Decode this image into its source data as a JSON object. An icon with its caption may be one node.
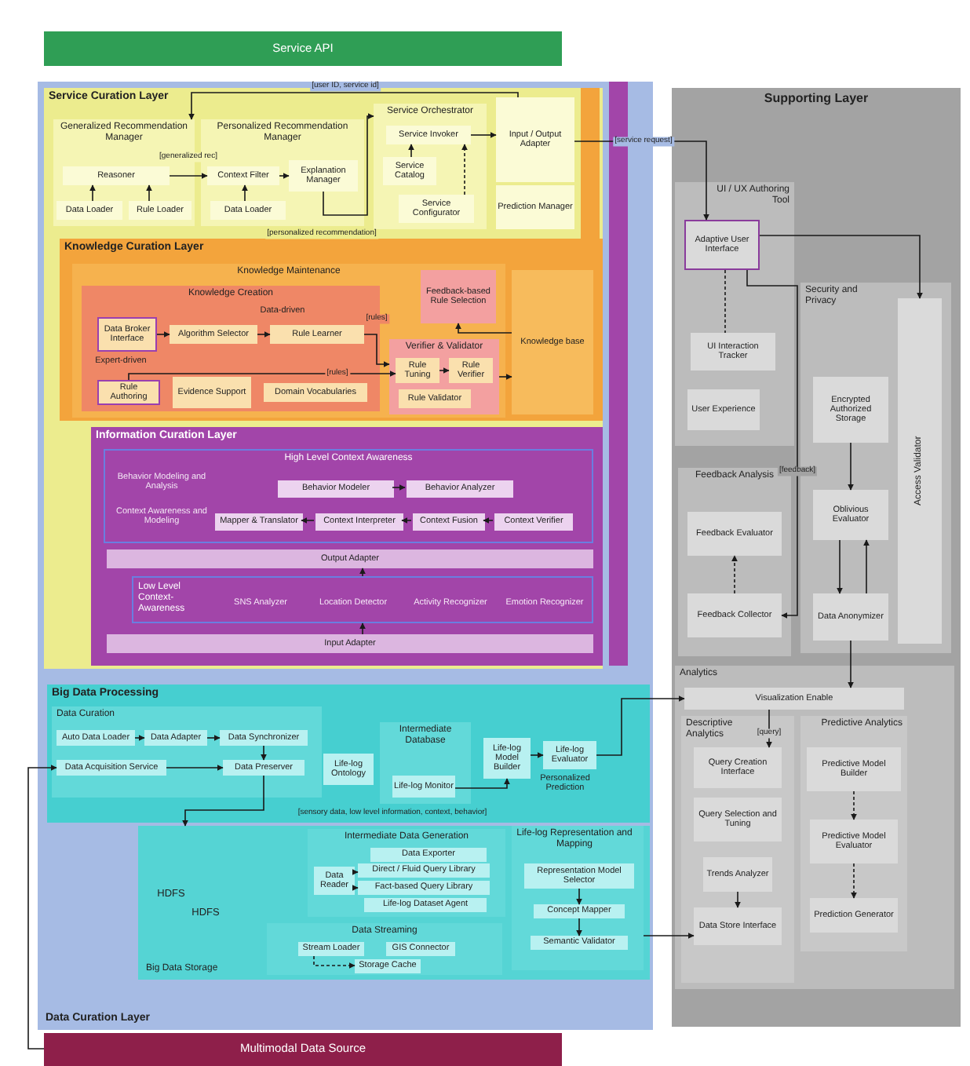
{
  "diagram": {
    "nodes": [
      {
        "text": [
          "Service API"
        ]
      },
      {
        "text": [
          "Data Curation Layer"
        ]
      },
      {
        "text": [
          "Service Curation Layer"
        ],
        "in": 1
      },
      {
        "text": [
          "Generalized Recommendation Manager"
        ],
        "in": 2
      },
      {
        "text": [
          "Reasoner"
        ],
        "in": 3
      },
      {
        "text": [
          "Data Loader"
        ],
        "in": 3
      },
      {
        "text": [
          "Rule Loader"
        ],
        "in": 3
      },
      {
        "text": [
          "Personalized Recommendation Manager"
        ],
        "in": 2
      },
      {
        "text": [
          "Context Filter"
        ],
        "in": 7
      },
      {
        "text": [
          "Explanation Manager"
        ],
        "in": 7
      },
      {
        "text": [
          "Data Loader"
        ],
        "in": 7
      },
      {
        "text": [
          "Service Orchestrator"
        ],
        "in": 2
      },
      {
        "text": [
          "Service Invoker"
        ],
        "in": 11
      },
      {
        "text": [
          "Service Catalog"
        ],
        "in": 11
      },
      {
        "text": [
          "Service Configurator"
        ],
        "in": 11
      },
      {
        "text": [
          "Input / Output Adapter"
        ],
        "in": 2
      },
      {
        "text": [
          "Prediction Manager"
        ],
        "in": 2
      },
      {
        "text": [
          "Knowledge Curation Layer"
        ],
        "in": 2
      },
      {
        "text": [
          "Knowledge Maintenance"
        ],
        "in": 17
      },
      {
        "text": [
          "Knowledge Creation"
        ],
        "in": 18
      },
      {
        "text": [
          "Data Broker Interface"
        ],
        "in": 19
      },
      {
        "text": [
          "Algorithm Selector"
        ],
        "in": 19
      },
      {
        "text": [
          "Rule Learner"
        ],
        "in": 19
      },
      {
        "text": [
          "Rule Authoring"
        ],
        "in": 19
      },
      {
        "text": [
          "Evidence Support"
        ],
        "in": 19
      },
      {
        "text": [
          "Domain Vocabularies"
        ],
        "in": 19
      },
      {
        "text": [
          "Feedback-based Rule Selection"
        ],
        "in": 18
      },
      {
        "text": [
          "Verifier & Validator"
        ],
        "in": 18
      },
      {
        "text": [
          "Rule Tuning"
        ],
        "in": 27
      },
      {
        "text": [
          "Rule Verifier"
        ],
        "in": 27
      },
      {
        "text": [
          "Rule Validator"
        ],
        "in": 27
      },
      {
        "text": [
          "Knowledge base"
        ],
        "in": 17
      },
      {
        "text": [
          "Information Curation Layer"
        ],
        "in": 2
      },
      {
        "text": [
          "High Level Context Awareness"
        ],
        "in": 32
      },
      {
        "text": [
          "Behavior Modeler"
        ],
        "in": 33
      },
      {
        "text": [
          "Behavior Analyzer"
        ],
        "in": 33
      },
      {
        "text": [
          "Mapper & Translator"
        ],
        "in": 33
      },
      {
        "text": [
          "Context Interpreter"
        ],
        "in": 33
      },
      {
        "text": [
          "Context Fusion"
        ],
        "in": 33
      },
      {
        "text": [
          "Context Verifier"
        ],
        "in": 33
      },
      {
        "text": [
          "Output Adapter"
        ],
        "in": 32
      },
      {
        "text": [
          "Low Level Context-Awareness"
        ],
        "in": 32
      },
      {
        "text": [
          "SNS Analyzer"
        ],
        "in": 41
      },
      {
        "text": [
          "Location Detector"
        ],
        "in": 41
      },
      {
        "text": [
          "Activity Recognizer"
        ],
        "in": 41
      },
      {
        "text": [
          "Emotion Recognizer"
        ],
        "in": 41
      },
      {
        "text": [
          "Input Adapter"
        ],
        "in": 32
      },
      {
        "text": [
          "Big Data Processing"
        ],
        "in": 1
      },
      {
        "text": [
          "Data Curation"
        ],
        "in": 47
      },
      {
        "text": [
          "Auto Data Loader"
        ],
        "in": 48
      },
      {
        "text": [
          "Data Adapter"
        ],
        "in": 48
      },
      {
        "text": [
          "Data Synchronizer"
        ],
        "in": 48
      },
      {
        "text": [
          "Data Acquisition Service"
        ],
        "in": 48
      },
      {
        "text": [
          "Data Preserver"
        ],
        "in": 48
      },
      {
        "text": [
          "Life-log Ontology"
        ],
        "in": 47
      },
      {
        "text": [
          "Intermediate Database"
        ],
        "in": 47
      },
      {
        "text": [
          "Life-log Monitor"
        ],
        "in": 55
      },
      {
        "text": [
          "Life-log Model Builder"
        ],
        "in": 47
      },
      {
        "text": [
          "Life-log Evaluator"
        ],
        "in": 47
      },
      {
        "text": [
          "Big Data Storage"
        ],
        "in": 1
      },
      {
        "text": [
          "Intermediate Data Generation"
        ],
        "in": 59
      },
      {
        "text": [
          "Data Exporter"
        ],
        "in": 60
      },
      {
        "text": [
          "Direct / Fluid Query Library"
        ],
        "in": 60
      },
      {
        "text": [
          "Fact-based Query Library"
        ],
        "in": 60
      },
      {
        "text": [
          "Life-log Dataset Agent"
        ],
        "in": 60
      },
      {
        "text": [
          "Data Reader"
        ],
        "in": 60
      },
      {
        "text": [
          "Data Streaming"
        ],
        "in": 59
      },
      {
        "text": [
          "Stream Loader"
        ],
        "in": 66
      },
      {
        "text": [
          "GIS Connector"
        ],
        "in": 66
      },
      {
        "text": [
          "Storage Cache"
        ],
        "in": 66
      },
      {
        "text": [
          "Life-log Representation and Mapping"
        ],
        "in": 59
      },
      {
        "text": [
          "Representation Model Selector"
        ],
        "in": 70
      },
      {
        "text": [
          "Concept Mapper"
        ],
        "in": 70
      },
      {
        "text": [
          "Semantic Validator"
        ],
        "in": 70
      },
      {
        "text": [
          "Supporting Layer"
        ]
      },
      {
        "text": [
          "UI / UX Authoring Tool"
        ],
        "in": 74
      },
      {
        "text": [
          "Adaptive User Interface"
        ],
        "in": 75
      },
      {
        "text": [
          "UI Interaction Tracker"
        ],
        "in": 75
      },
      {
        "text": [
          "User Experience"
        ],
        "in": 75
      },
      {
        "text": [
          "Security and Privacy"
        ],
        "in": 74
      },
      {
        "text": [
          "Encrypted Authorized Storage"
        ],
        "in": 79
      },
      {
        "text": [
          "Oblivious Evaluator"
        ],
        "in": 79
      },
      {
        "text": [
          "Data Anonymizer"
        ],
        "in": 79
      },
      {
        "text": [
          "Access Validator"
        ],
        "in": 79
      },
      {
        "text": [
          "Feedback Analysis"
        ],
        "in": 74
      },
      {
        "text": [
          "Feedback Evaluator"
        ],
        "in": 84
      },
      {
        "text": [
          "Feedback Collector"
        ],
        "in": 84
      },
      {
        "text": [
          "Analytics"
        ],
        "in": 74
      },
      {
        "text": [
          "Visualization Enable"
        ],
        "in": 87
      },
      {
        "text": [
          "Descriptive Analytics"
        ],
        "in": 87
      },
      {
        "text": [
          "Query Creation Interface"
        ],
        "in": 89
      },
      {
        "text": [
          "Query Selection and Tuning"
        ],
        "in": 89
      },
      {
        "text": [
          "Trends Analyzer"
        ],
        "in": 89
      },
      {
        "text": [
          "Data Store Interface"
        ],
        "in": 89
      },
      {
        "text": [
          "Predictive Analytics"
        ],
        "in": 87
      },
      {
        "text": [
          "Predictive Model Builder"
        ],
        "in": 94
      },
      {
        "text": [
          "Predictive Model Evaluator"
        ],
        "in": 94
      },
      {
        "text": [
          "Prediction Generator"
        ],
        "in": 94
      },
      {
        "text": [
          "Multimodal Data Source"
        ]
      }
    ],
    "edges": [
      {
        "from": 4,
        "to": 8,
        "arrow": "to",
        "label": "[generalized rec]"
      },
      {
        "from": 8,
        "to": 9,
        "arrow": "to"
      },
      {
        "from": 5,
        "to": 4,
        "arrow": "to"
      },
      {
        "from": 6,
        "to": 4,
        "arrow": "to"
      },
      {
        "from": 10,
        "to": 8,
        "arrow": "to"
      },
      {
        "from": 9,
        "to": 11,
        "arrow": "to",
        "label": "[personalized recommendation]"
      },
      {
        "from": 15,
        "to": 3,
        "arrow": "to",
        "label": "[user ID, service id]"
      },
      {
        "from": 12,
        "to": 15,
        "arrow": "to"
      },
      {
        "from": 13,
        "to": 12,
        "arrow": "to"
      },
      {
        "from": 14,
        "to": 12,
        "arrow": "to",
        "style": "dashed"
      },
      {
        "from": 20,
        "to": 21,
        "arrow": "to"
      },
      {
        "from": 21,
        "to": 22,
        "arrow": "to"
      },
      {
        "from": 22,
        "to": 27,
        "arrow": "to",
        "label": "[rules]"
      },
      {
        "from": 23,
        "to": 28,
        "arrow": "to",
        "label": "[rules]"
      },
      {
        "from": 28,
        "to": 29,
        "arrow": "to"
      },
      {
        "from": 27,
        "to": 31,
        "arrow": "to"
      },
      {
        "from": 31,
        "to": 26,
        "arrow": "to"
      },
      {
        "from": 15,
        "to": 76,
        "arrow": "to",
        "label": "[service request]"
      },
      {
        "from": 76,
        "to": 86,
        "arrow": "to",
        "label": "[feedback]"
      },
      {
        "from": 76,
        "to": 77,
        "arrow": "none",
        "style": "dashed"
      },
      {
        "from": 86,
        "to": 85,
        "arrow": "to",
        "style": "dashed"
      },
      {
        "from": 80,
        "to": 81,
        "arrow": "to"
      },
      {
        "from": 81,
        "to": 82,
        "arrow": "to"
      },
      {
        "from": 82,
        "to": 81,
        "arrow": "to"
      },
      {
        "from": 76,
        "to": 83,
        "arrow": "to"
      },
      {
        "from": 34,
        "to": 35,
        "arrow": "to"
      },
      {
        "from": 39,
        "to": 38,
        "arrow": "to"
      },
      {
        "from": 38,
        "to": 37,
        "arrow": "to"
      },
      {
        "from": 37,
        "to": 36,
        "arrow": "to"
      },
      {
        "from": 46,
        "to": 41,
        "arrow": "to"
      },
      {
        "from": 41,
        "to": 40,
        "arrow": "to"
      },
      {
        "from": 49,
        "to": 50,
        "arrow": "to"
      },
      {
        "from": 50,
        "to": 51,
        "arrow": "to"
      },
      {
        "from": 51,
        "to": 53,
        "arrow": "to"
      },
      {
        "from": 52,
        "to": 53,
        "arrow": "to"
      },
      {
        "from": 53,
        "to": 59,
        "arrow": "to",
        "label": "[sensory data, low level information, context, behavior]"
      },
      {
        "from": 57,
        "to": 58,
        "arrow": "to"
      },
      {
        "from": 56,
        "to": 57,
        "arrow": "to"
      },
      {
        "from": 65,
        "to": 62,
        "arrow": "to"
      },
      {
        "from": 65,
        "to": 63,
        "arrow": "to"
      },
      {
        "from": 67,
        "to": 69,
        "arrow": "to",
        "style": "dashed"
      },
      {
        "from": 71,
        "to": 72,
        "arrow": "to"
      },
      {
        "from": 72,
        "to": 73,
        "arrow": "to"
      },
      {
        "from": 88,
        "to": 90,
        "arrow": "to",
        "label": "[query]"
      },
      {
        "from": 92,
        "to": 93,
        "arrow": "to"
      },
      {
        "from": 95,
        "to": 96,
        "arrow": "to",
        "style": "dashed"
      },
      {
        "from": 96,
        "to": 97,
        "arrow": "to",
        "style": "dashed"
      },
      {
        "from": 70,
        "to": 93,
        "arrow": "to"
      },
      {
        "from": 58,
        "to": 88,
        "arrow": "to"
      },
      {
        "from": 82,
        "to": 88,
        "arrow": "to"
      },
      {
        "from": 98,
        "to": 52,
        "arrow": "to"
      }
    ],
    "labels": [
      "Data-driven",
      "Expert-driven",
      "Behavior Modeling and Analysis",
      "Context Awareness and Modeling",
      "Personalized Prediction",
      "HDFS",
      "HDFS"
    ]
  }
}
